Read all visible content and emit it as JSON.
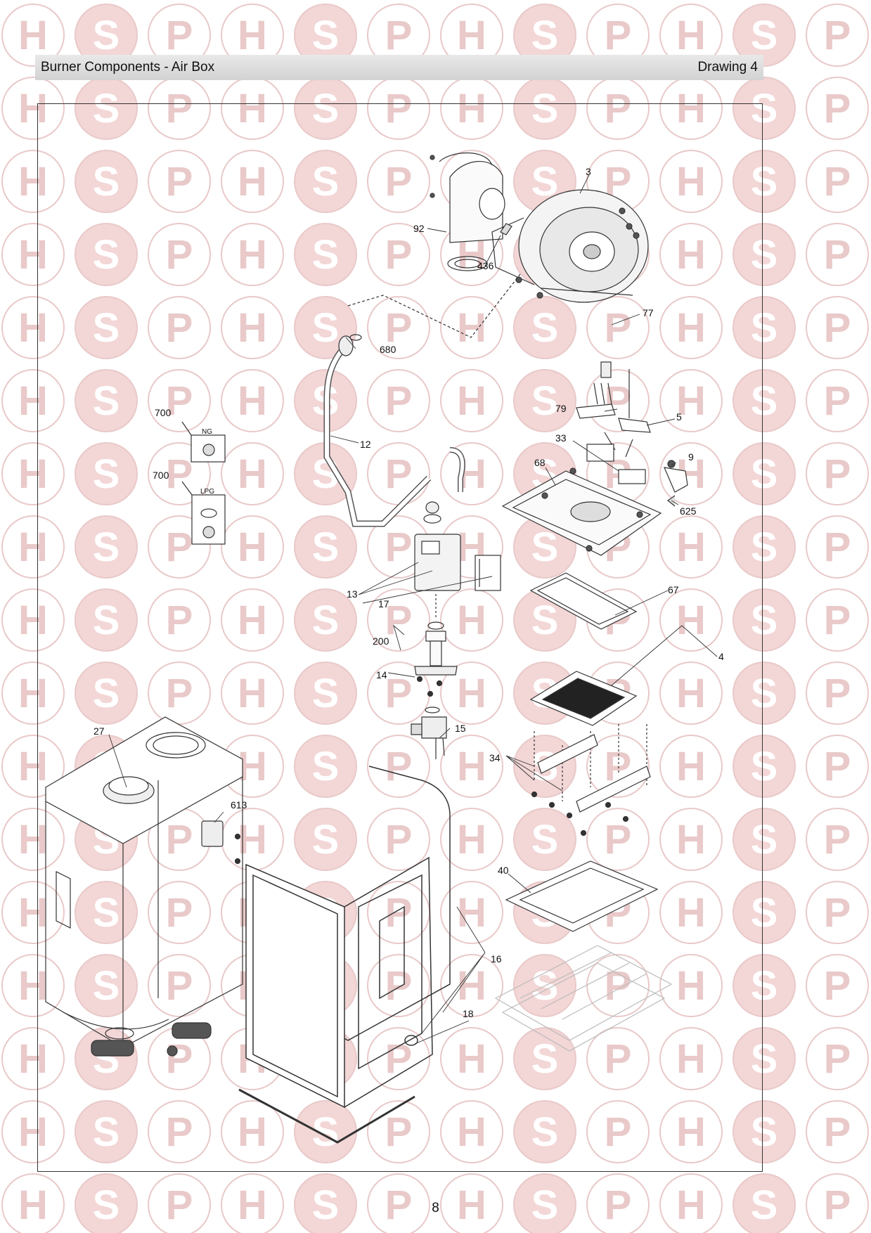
{
  "header": {
    "title": "Burner Components - Air Box",
    "drawing": "Drawing 4"
  },
  "page_number": "8",
  "watermark": {
    "letters": [
      "H",
      "S",
      "P"
    ],
    "color": "#e9c9c9",
    "accent": "#f3d6d6"
  },
  "callouts": {
    "c3": "3",
    "c92": "92",
    "c436": "436",
    "c77": "77",
    "c680": "680",
    "c79": "79",
    "c5": "5",
    "c33": "33",
    "c9": "9",
    "c68": "68",
    "c625": "625",
    "c700a": "700",
    "c700b": "700",
    "c12": "12",
    "c13": "13",
    "c17": "17",
    "c200": "200",
    "c14": "14",
    "c15": "15",
    "c67": "67",
    "c4": "4",
    "c34": "34",
    "c27": "27",
    "c613": "613",
    "c40": "40",
    "c16": "16",
    "c18": "18"
  },
  "kit_labels": {
    "ng": "NG",
    "lpg": "LPG"
  }
}
